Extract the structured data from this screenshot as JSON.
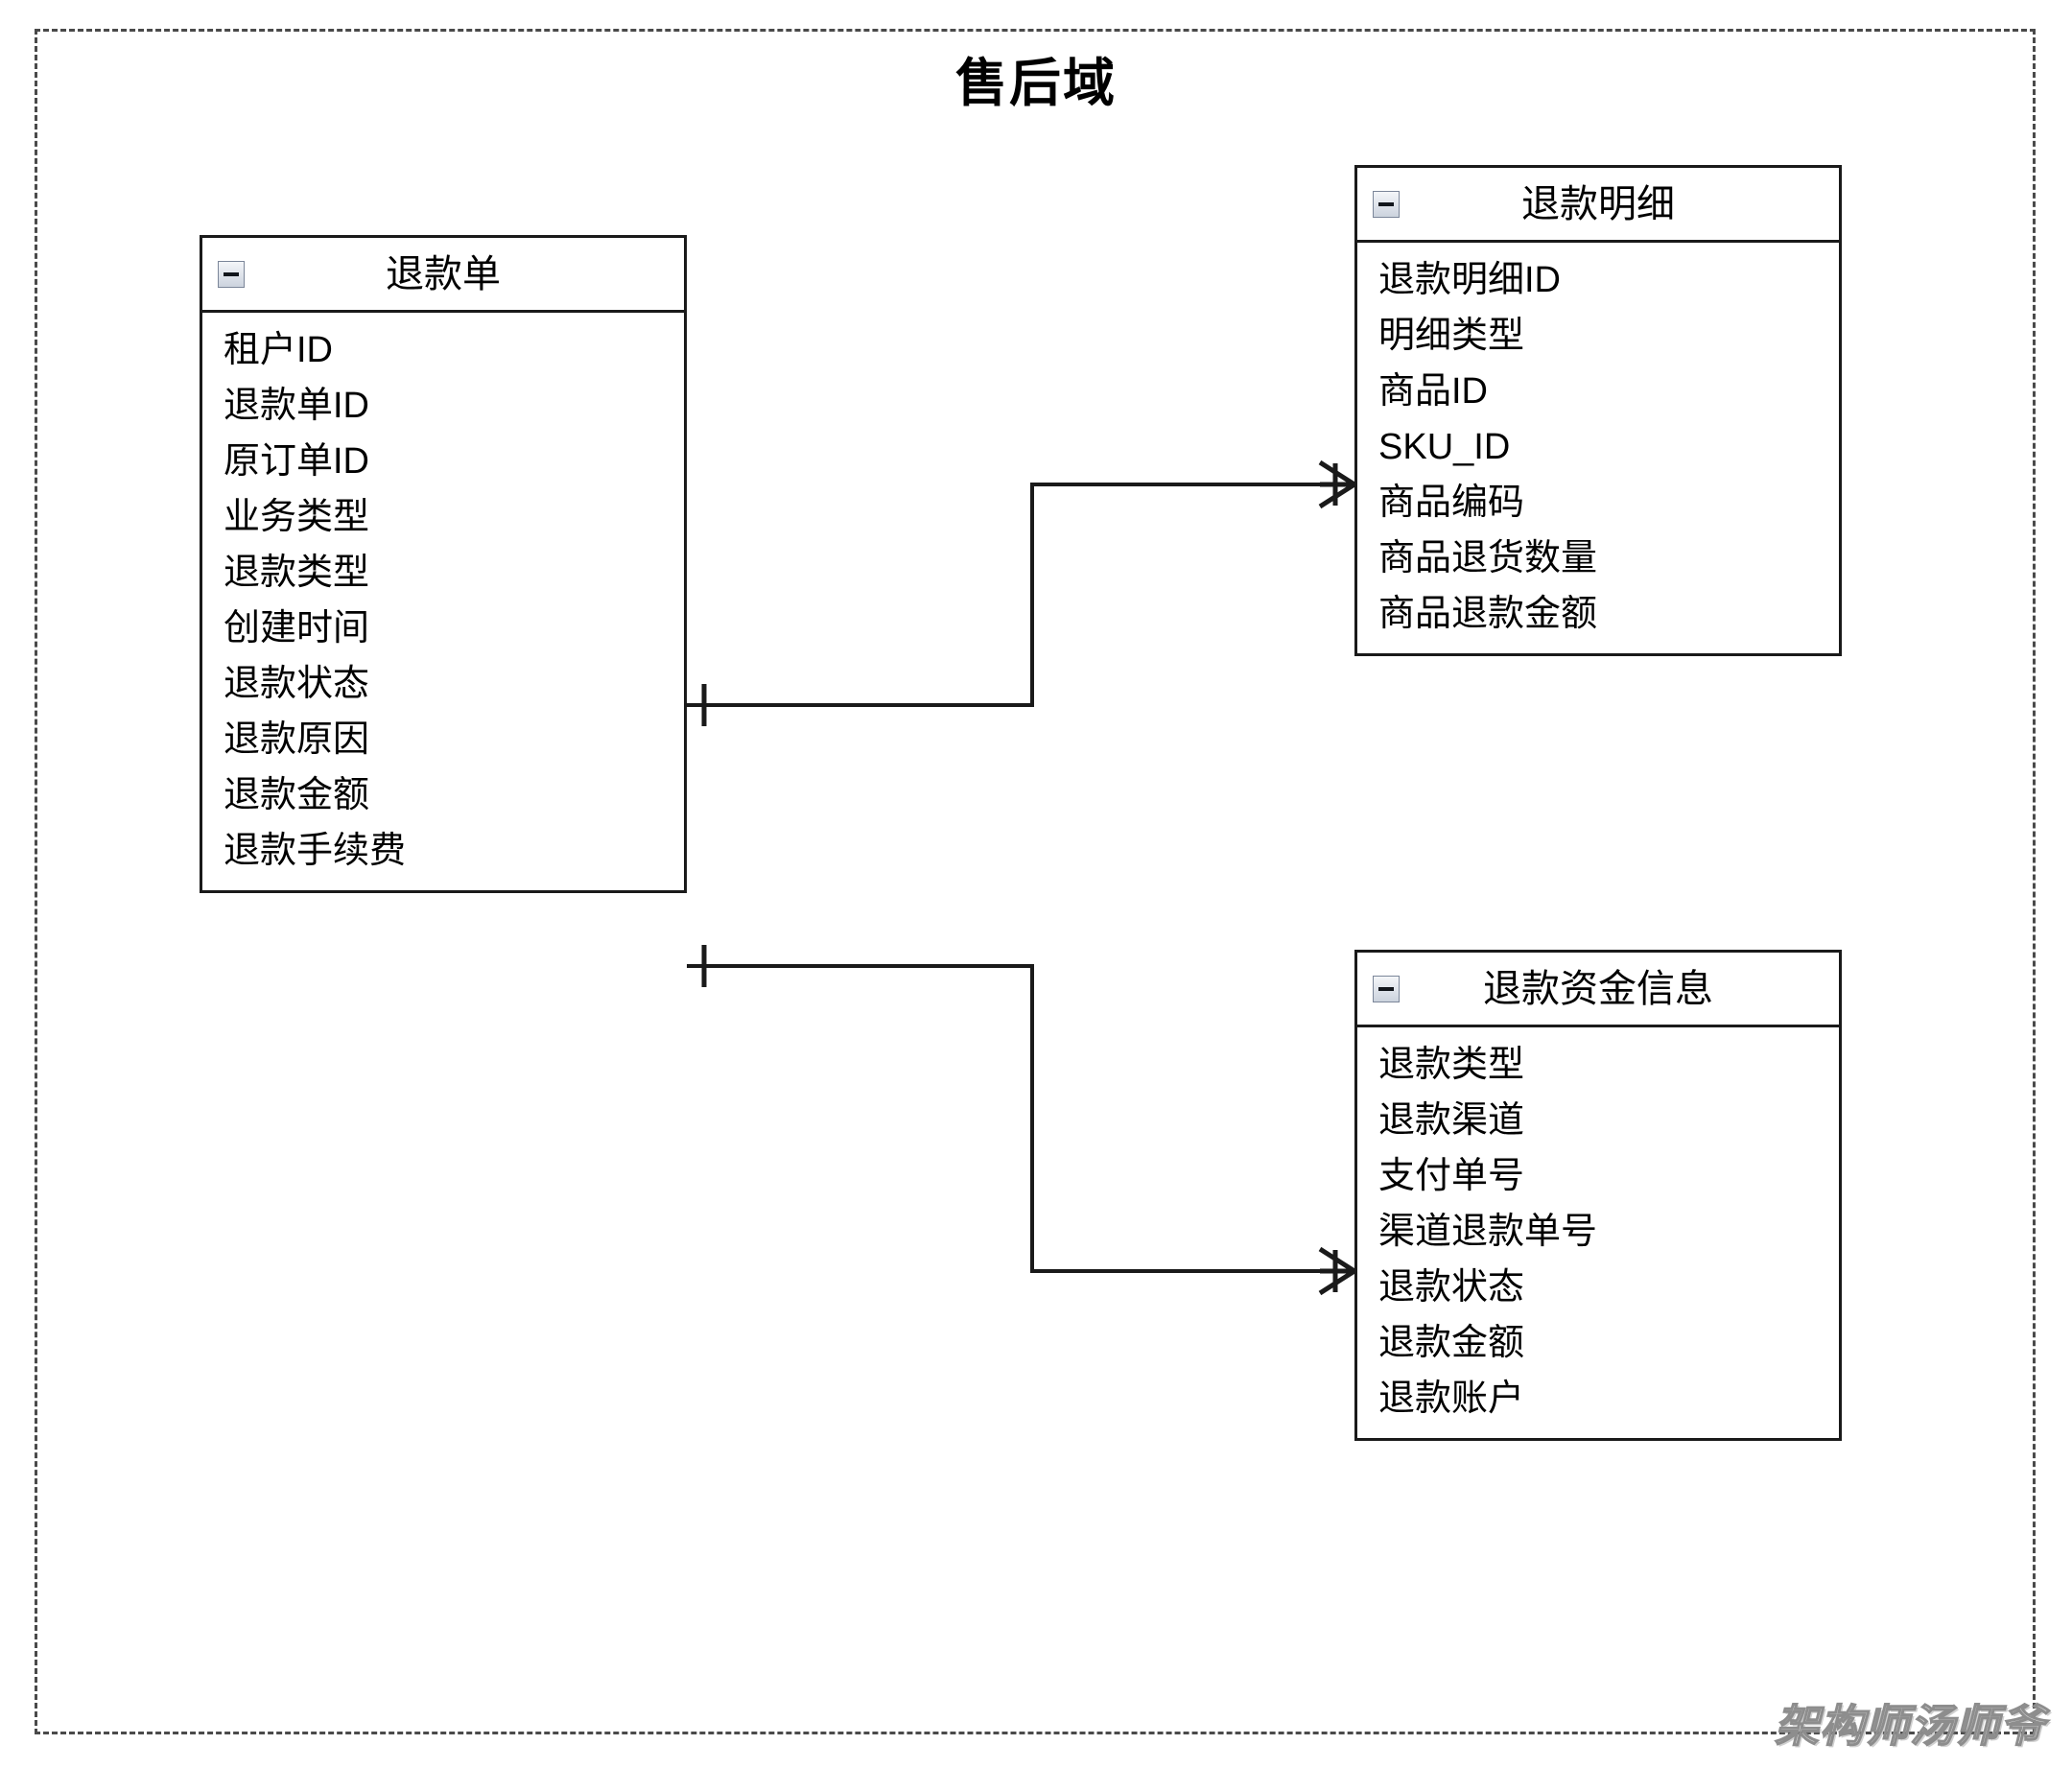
{
  "diagram": {
    "title": "售后域",
    "type": "er-diagram",
    "notation": "crow's foot",
    "frame_style": "dashed",
    "watermark": "架构师汤师爷",
    "colors": {
      "background": "#ffffff",
      "border": "#1a1a1a",
      "frame": "#4a4a4a",
      "text": "#000000",
      "icon_fill": "#ccd3de"
    }
  },
  "entities": [
    {
      "id": "refund-order",
      "name": "退款单",
      "collapse_icon": "minus-icon",
      "attributes": [
        "租户ID",
        "退款单ID",
        "原订单ID",
        "业务类型",
        "退款类型",
        "创建时间",
        "退款状态",
        "退款原因",
        "退款金额",
        "退款手续费"
      ]
    },
    {
      "id": "refund-detail",
      "name": "退款明细",
      "collapse_icon": "minus-icon",
      "attributes": [
        "退款明细ID",
        "明细类型",
        "商品ID",
        "SKU_ID",
        "商品编码",
        "商品退货数量",
        "商品退款金额"
      ]
    },
    {
      "id": "refund-fund-info",
      "name": "退款资金信息",
      "collapse_icon": "minus-icon",
      "attributes": [
        "退款类型",
        "退款渠道",
        "支付单号",
        "渠道退款单号",
        "退款状态",
        "退款金额",
        "退款账户"
      ]
    }
  ],
  "relationships": [
    {
      "id": "rel-order-detail",
      "from": "退款单",
      "to": "退款明细",
      "from_cardinality": "one",
      "to_cardinality": "many"
    },
    {
      "id": "rel-order-fund",
      "from": "退款单",
      "to": "退款资金信息",
      "from_cardinality": "one",
      "to_cardinality": "many"
    }
  ]
}
